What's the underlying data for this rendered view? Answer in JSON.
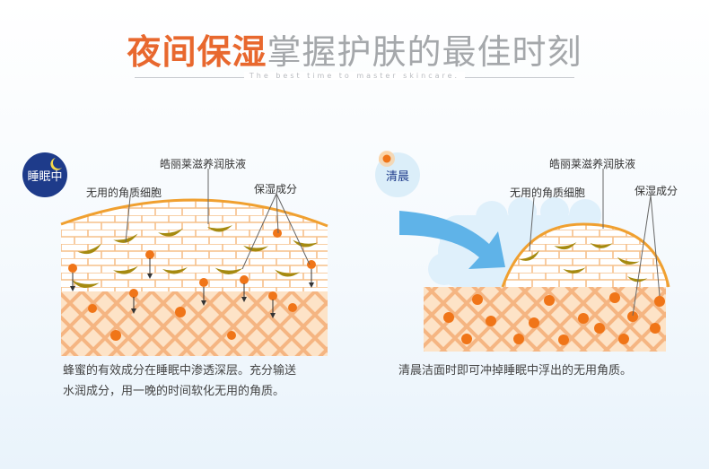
{
  "header": {
    "title_highlight": "夜间保湿",
    "title_rest": "掌握护肤的最佳时刻",
    "subtitle": "The best time to master skincare."
  },
  "night": {
    "badge": "睡眠中",
    "label_product": "皓丽莱滋养润肤液",
    "label_cells": "无用的角质细胞",
    "label_moisture": "保湿成分",
    "description_line1": "蜂蜜的有效成分在睡眠中渗透深层。充分输送",
    "description_line2": "水润成分，用一晚的时间软化无用的角质。"
  },
  "morning": {
    "badge": "清晨",
    "label_product": "皓丽莱滋养润肤液",
    "label_cells": "无用的角质细胞",
    "label_moisture": "保湿成分",
    "description": "清晨洁面时即可冲掉睡眠中浮出的无用角质。"
  },
  "colors": {
    "accent_orange": "#e8682e",
    "title_gray": "#a5a8ab",
    "night_badge": "#1e3b8a",
    "morning_badge": "#dbeef9",
    "skin_lower": "#fde3c7",
    "lattice": "#f4b07a",
    "arc_stroke": "#f0a030",
    "dots": "#f07518",
    "flakes": "#a58a10",
    "arrow_blue": "#5fb3e8"
  },
  "icons": {
    "moon": "crescent-moon-icon",
    "sun": "sun-icon",
    "flow_arrow": "curved-arrow-icon"
  }
}
